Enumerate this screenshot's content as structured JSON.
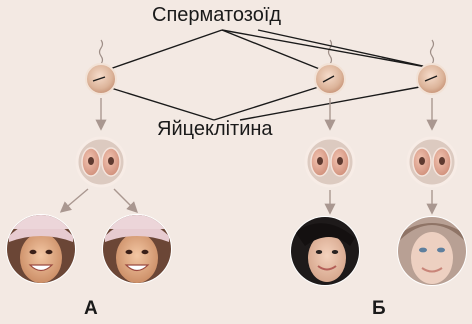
{
  "labels": {
    "sperm": "Сперматозоїд",
    "egg": "Яйцеклітина",
    "group_a": "А",
    "group_b": "Б"
  },
  "colors": {
    "background": "#f3e9e3",
    "line": "#1a1a1a",
    "arrow": "#a99790",
    "cell_fill": "#e7c9b2",
    "cell_ring": "#f6e8dc",
    "embryo_fill": "#dccac0",
    "embryo_nucleus": "#d49a86"
  },
  "icons": {
    "egg_cell": "egg-cell-icon",
    "zygote": "two-cell-embryo-icon",
    "photo_twin_a1": "smiling-woman-cap-photo",
    "photo_twin_a2": "smiling-woman-cap-photo",
    "photo_twin_b1": "dark-haired-woman-photo",
    "photo_twin_b2": "fair-haired-woman-photo"
  }
}
